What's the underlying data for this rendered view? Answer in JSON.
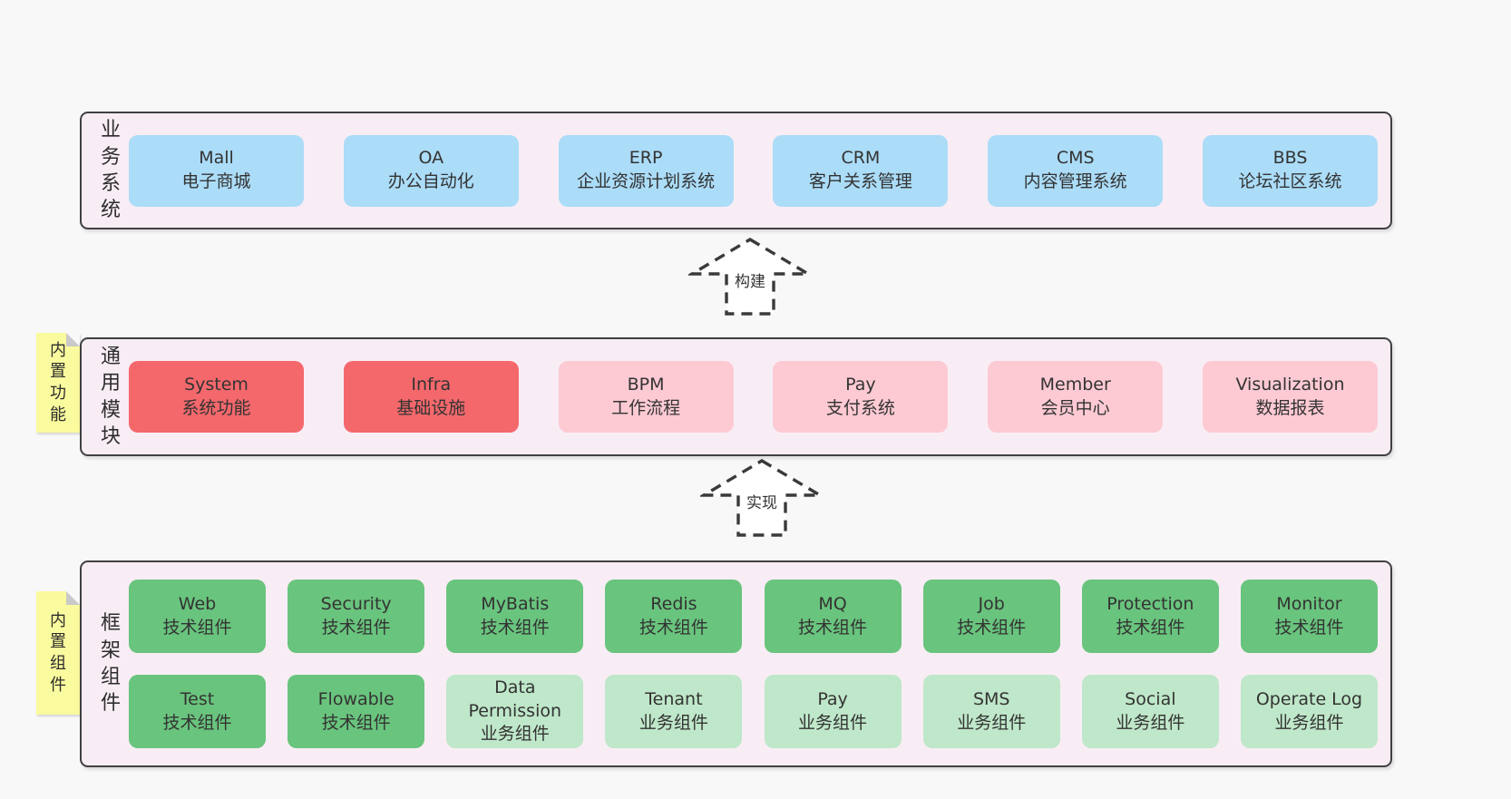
{
  "layers": [
    {
      "label": "业务系统",
      "boxes": [
        {
          "title": "Mall",
          "subtitle": "电子商城"
        },
        {
          "title": "OA",
          "subtitle": "办公自动化"
        },
        {
          "title": "ERP",
          "subtitle": "企业资源计划系统"
        },
        {
          "title": "CRM",
          "subtitle": "客户关系管理"
        },
        {
          "title": "CMS",
          "subtitle": "内容管理系统"
        },
        {
          "title": "BBS",
          "subtitle": "论坛社区系统"
        }
      ]
    },
    {
      "label": "通用模块",
      "note": "内置功能",
      "boxes": [
        {
          "title": "System",
          "subtitle": "系统功能"
        },
        {
          "title": "Infra",
          "subtitle": "基础设施"
        },
        {
          "title": "BPM",
          "subtitle": "工作流程"
        },
        {
          "title": "Pay",
          "subtitle": "支付系统"
        },
        {
          "title": "Member",
          "subtitle": "会员中心"
        },
        {
          "title": "Visualization",
          "subtitle": "数据报表"
        }
      ]
    },
    {
      "label": "框架组件",
      "note": "内置组件",
      "row1": [
        {
          "title": "Web",
          "subtitle": "技术组件"
        },
        {
          "title": "Security",
          "subtitle": "技术组件"
        },
        {
          "title": "MyBatis",
          "subtitle": "技术组件"
        },
        {
          "title": "Redis",
          "subtitle": "技术组件"
        },
        {
          "title": "MQ",
          "subtitle": "技术组件"
        },
        {
          "title": "Job",
          "subtitle": "技术组件"
        },
        {
          "title": "Protection",
          "subtitle": "技术组件"
        },
        {
          "title": "Monitor",
          "subtitle": "技术组件"
        }
      ],
      "row2": [
        {
          "title": "Test",
          "subtitle": "技术组件"
        },
        {
          "title": "Flowable",
          "subtitle": "技术组件"
        },
        {
          "title": "Data Permission",
          "subtitle": "业务组件"
        },
        {
          "title": "Tenant",
          "subtitle": "业务组件"
        },
        {
          "title": "Pay",
          "subtitle": "业务组件"
        },
        {
          "title": "SMS",
          "subtitle": "业务组件"
        },
        {
          "title": "Social",
          "subtitle": "业务组件"
        },
        {
          "title": "Operate Log",
          "subtitle": "业务组件"
        }
      ]
    }
  ],
  "arrows": [
    {
      "label": "构建"
    },
    {
      "label": "实现"
    }
  ],
  "colors": {
    "page_background": "#f8f8f8",
    "layer_background": "#f8edf5",
    "layer_border": "#404040",
    "box_blue": "#abdcf8",
    "box_red": "#f4686c",
    "box_pink": "#fdcad3",
    "box_green_dark": "#69c47d",
    "box_green_light": "#bfe7c9",
    "note_yellow": "#fafa9e",
    "note_fold_gray": "#c9c9c9",
    "text": "#333333"
  }
}
